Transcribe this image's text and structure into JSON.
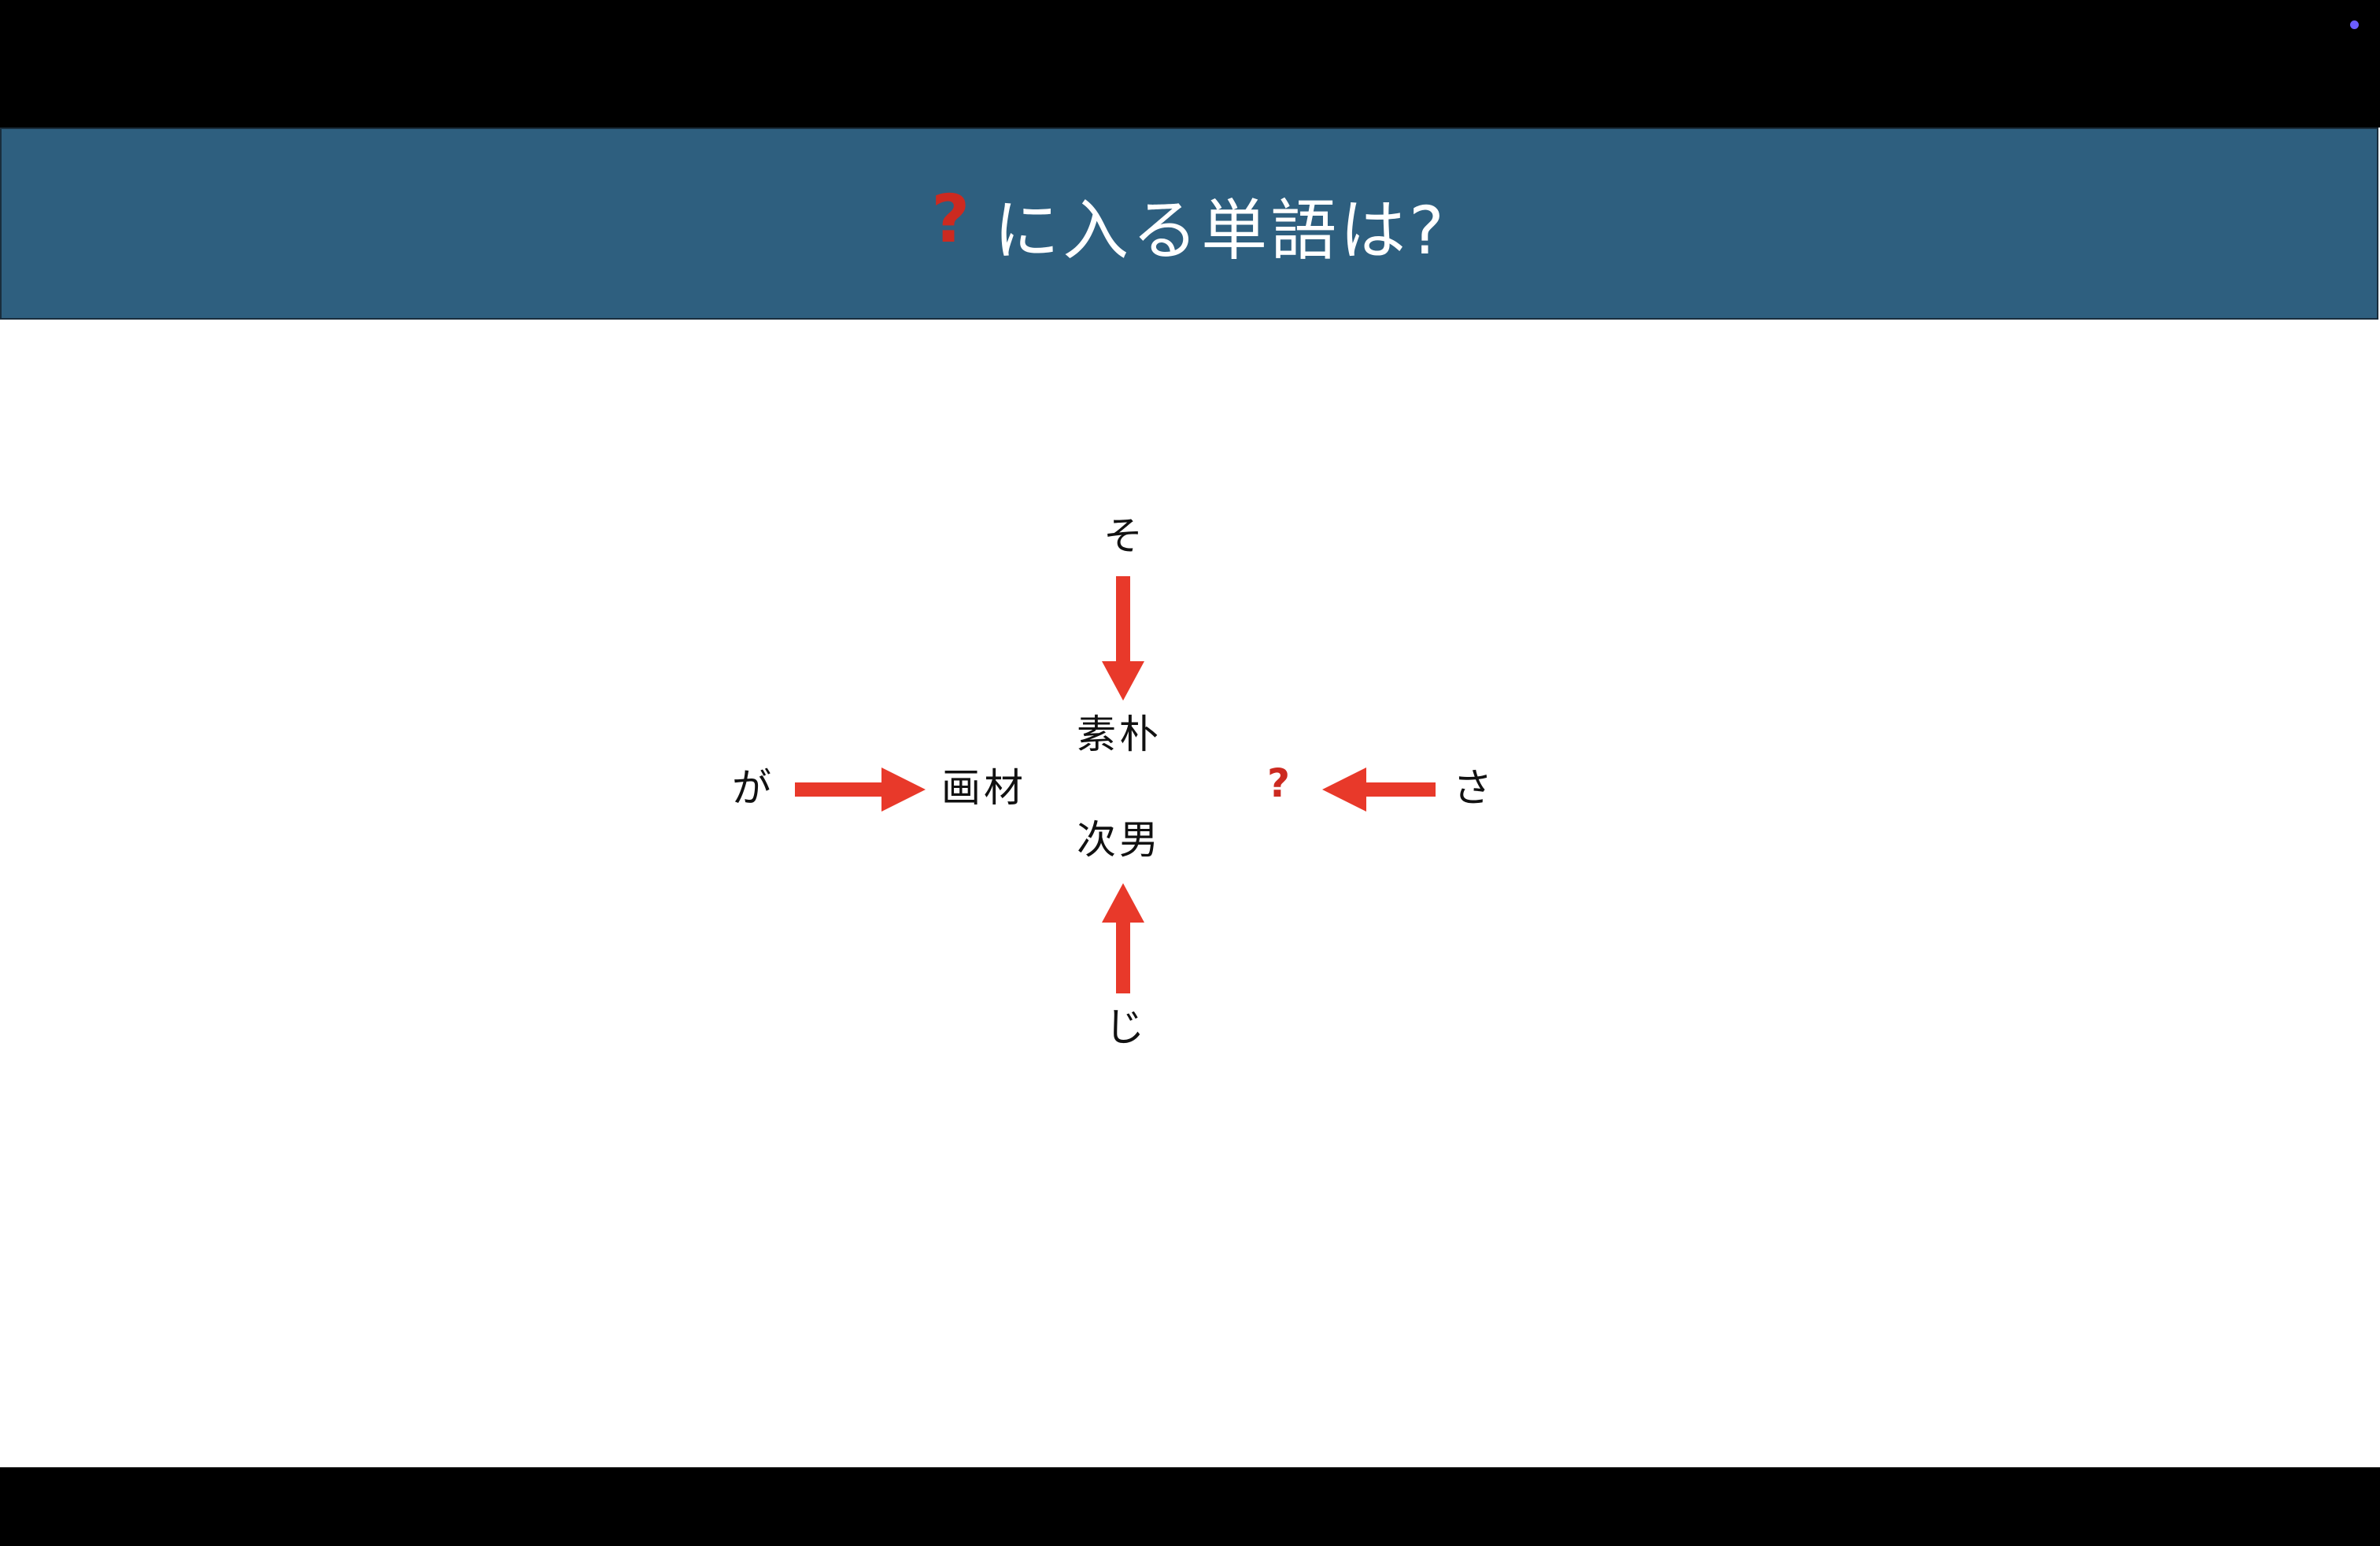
{
  "slide": {
    "title_mark": "?",
    "title_text": "に入る単語は?"
  },
  "puzzle": {
    "top_char": "そ",
    "bottom_char": "じ",
    "left_char": "が",
    "right_char": "さ",
    "center_top_word": "素朴",
    "center_bottom_word": "次男",
    "center_left_word": "画材",
    "answer_mark": "?"
  },
  "colors": {
    "title_band": "#2e5f7f",
    "arrow": "#e8392a",
    "answer_mark": "#cc2a20",
    "indicator_dot": "#6b5cff"
  }
}
